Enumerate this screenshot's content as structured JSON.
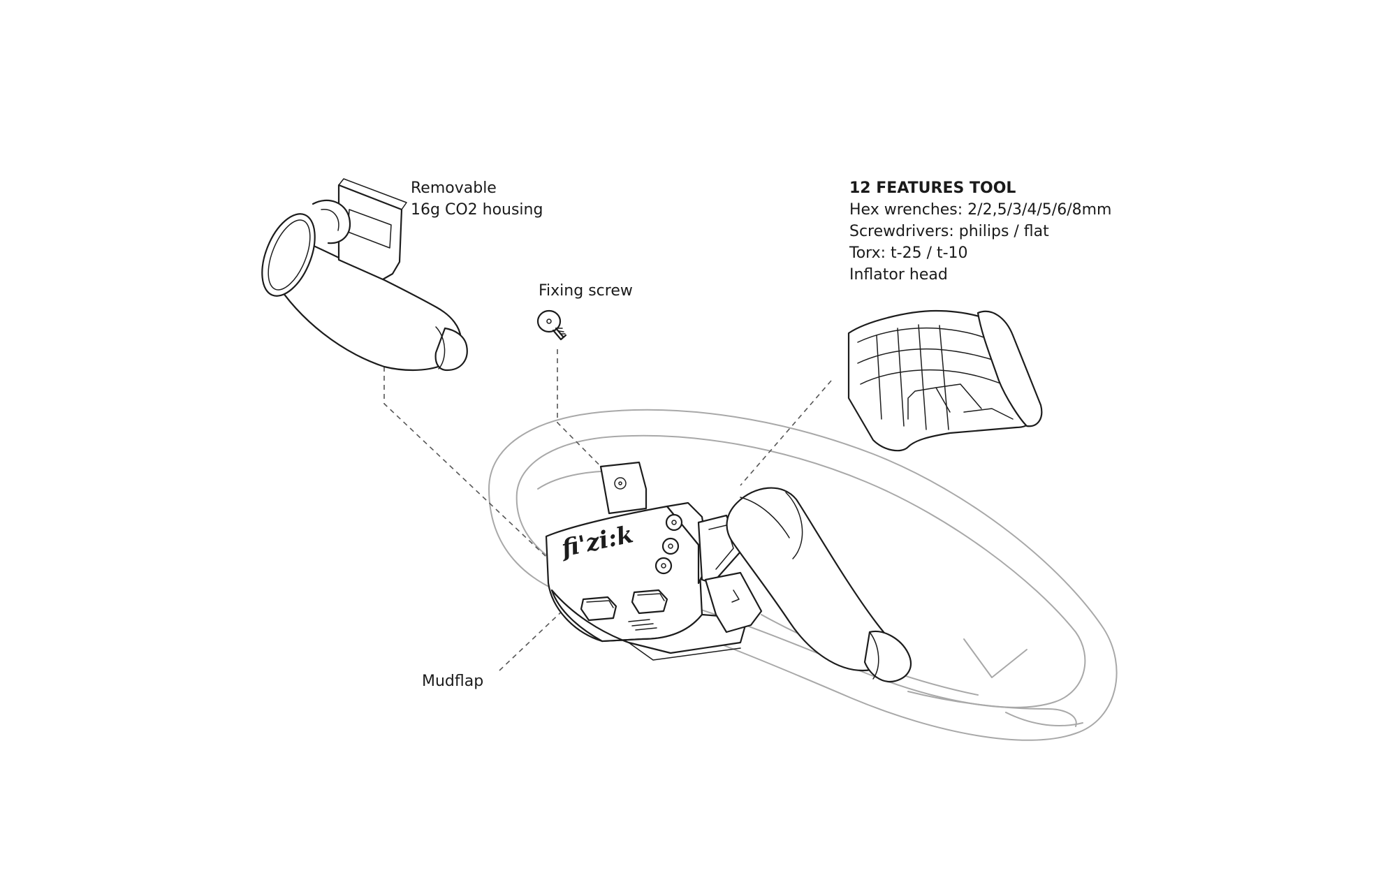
{
  "labels": {
    "co2_housing": {
      "line1": "Removable",
      "line2": "16g CO2 housing"
    },
    "fixing_screw": "Fixing screw",
    "tool": {
      "title": "12 FEATURES TOOL",
      "lines": [
        "Hex wrenches: 2/2,5/3/4/5/6/8mm",
        "Screwdrivers: philips / flat",
        "Torx: t-25 / t-10",
        "Inflator head"
      ]
    },
    "mudflap": "Mudflap"
  },
  "logo_text": "fi'zi:k",
  "colors": {
    "line": "#1c1c1c",
    "saddle_outline": "#a8a8a8",
    "background": "#ffffff"
  }
}
